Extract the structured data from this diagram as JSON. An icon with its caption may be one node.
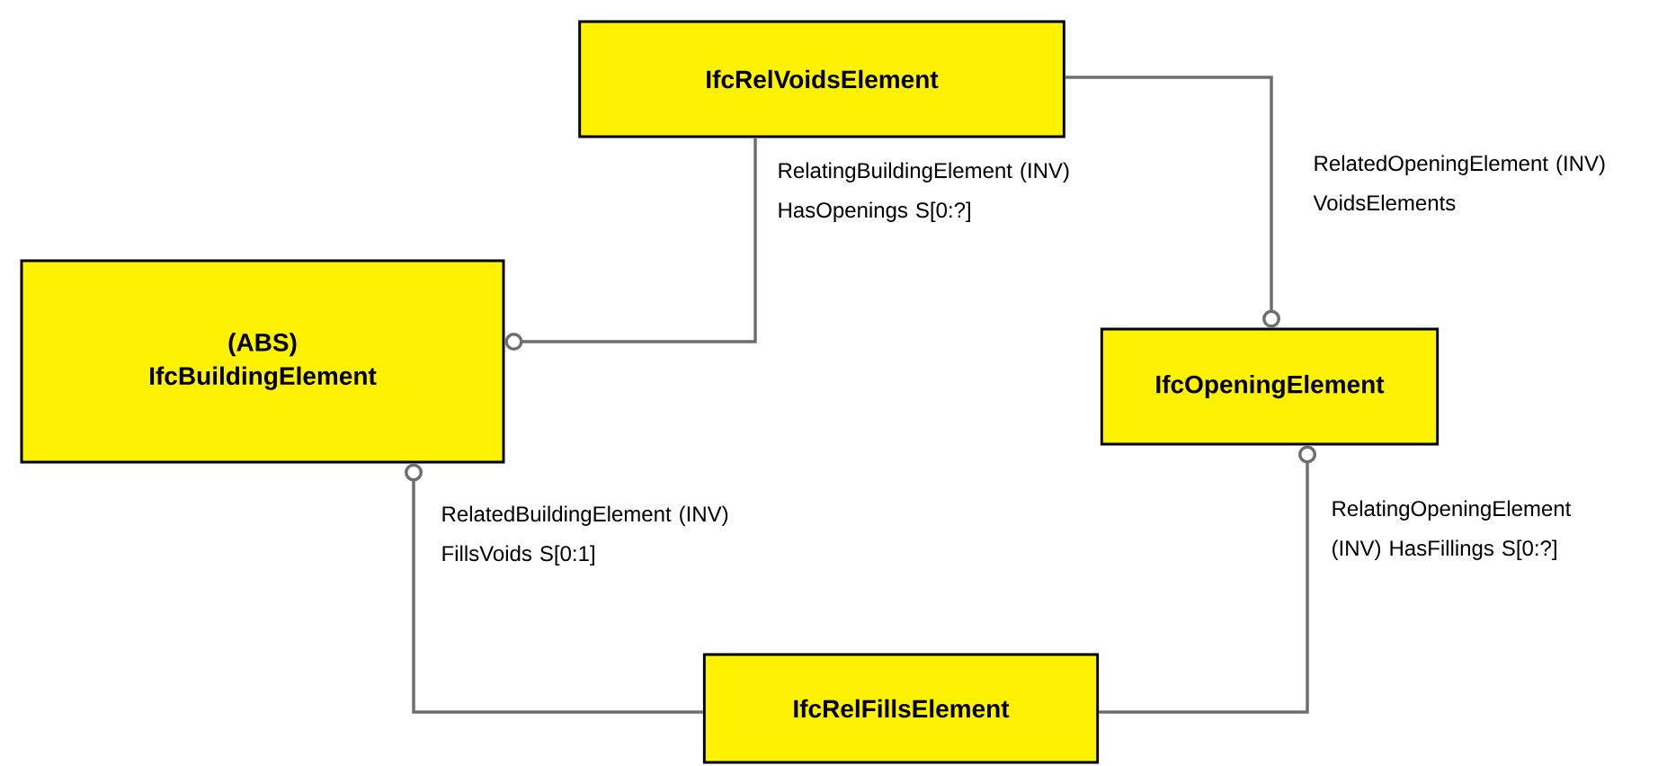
{
  "diagram": {
    "nodes": [
      {
        "text": [
          "IfcRelVoidsElement"
        ]
      },
      {
        "text": [
          "(ABS)",
          "IfcBuildingElement"
        ]
      },
      {
        "text": [
          "IfcOpeningElement"
        ]
      },
      {
        "text": [
          "IfcRelFillsElement"
        ]
      }
    ],
    "edges": [
      {
        "from": 0,
        "to": 1,
        "arrow": "other",
        "label": "RelatingBuildingElement (INV) HasOpenings S[0:?]"
      },
      {
        "from": 0,
        "to": 2,
        "arrow": "other",
        "label": "RelatedOpeningElement (INV) VoidsElements"
      },
      {
        "from": 3,
        "to": 1,
        "arrow": "other",
        "label": "RelatedBuildingElement (INV) FillsVoids S[0:1]"
      },
      {
        "from": 3,
        "to": 2,
        "arrow": "other",
        "label": "RelatingOpeningElement (INV) HasFillings S[0:?]"
      }
    ]
  }
}
